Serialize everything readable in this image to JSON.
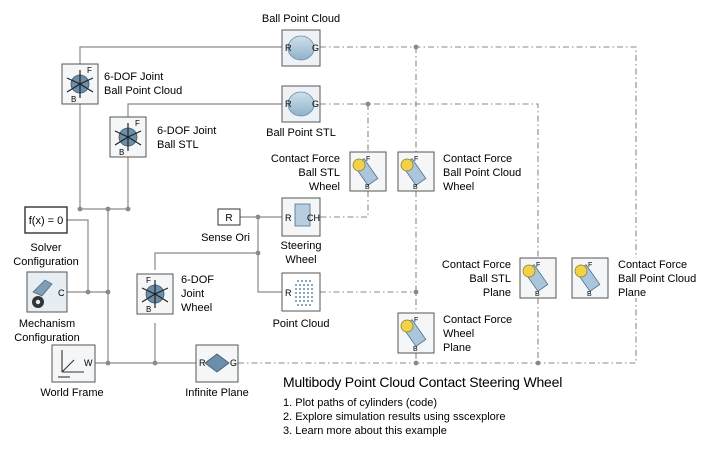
{
  "blocks": {
    "ball_point_cloud": {
      "label": "Ball Point Cloud",
      "port_in": "R",
      "port_out": "G"
    },
    "ball_point_stl": {
      "label": "Ball Point STL",
      "port_in": "R",
      "port_out": "G"
    },
    "joint_cloud": {
      "label_line1": "6-DOF Joint",
      "label_line2": "Ball Point Cloud",
      "port_b": "B",
      "port_f": "F"
    },
    "joint_stl": {
      "label_line1": "6-DOF Joint",
      "label_line2": "Ball STL",
      "port_b": "B",
      "port_f": "F"
    },
    "joint_wheel": {
      "label_line1": "6-DOF",
      "label_line2": "Joint",
      "label_line3": "Wheel",
      "port_b": "B",
      "port_f": "F"
    },
    "cf_ball_stl_wheel": {
      "line1": "Contact Force",
      "line2": "Ball STL",
      "line3": "Wheel",
      "port_f": "F",
      "port_b": "B"
    },
    "cf_ball_cloud_wheel": {
      "line1": "Contact Force",
      "line2": "Ball Point Cloud",
      "line3": "Wheel",
      "port_f": "F",
      "port_b": "B"
    },
    "cf_ball_stl_plane": {
      "line1": "Contact Force",
      "line2": "Ball STL",
      "line3": "Plane",
      "port_f": "F",
      "port_b": "B"
    },
    "cf_ball_cloud_plane": {
      "line1": "Contact Force",
      "line2": "Ball Point Cloud",
      "line3": "Plane",
      "port_f": "F",
      "port_b": "B"
    },
    "cf_wheel_plane": {
      "line1": "Contact Force",
      "line2": "Wheel",
      "line3": "Plane",
      "port_f": "F",
      "port_b": "B"
    },
    "solver": {
      "glyph": "f(x) = 0",
      "line1": "Solver",
      "line2": "Configuration"
    },
    "mechanism": {
      "line1": "Mechanism",
      "line2": "Configuration",
      "port": "C"
    },
    "world": {
      "label": "World Frame",
      "port": "W"
    },
    "sense_ori": {
      "label": "Sense Ori",
      "glyph": "R"
    },
    "steering_wheel": {
      "line1": "Steering",
      "line2": "Wheel",
      "port_r": "R",
      "port_ch": "CH"
    },
    "point_cloud": {
      "label": "Point Cloud",
      "port_r": "R"
    },
    "infinite_plane": {
      "label": "Infinite Plane",
      "port_in": "R",
      "port_out": "G"
    }
  },
  "title": "Multibody Point Cloud Contact Steering Wheel",
  "links": [
    "1. Plot paths of cylinders (code)",
    "2. Explore simulation results using sscexplore",
    "3. Learn more about this example"
  ],
  "colors": {
    "line": "#8a8a8a",
    "block_fill": "#dce9f6",
    "block_border": "#555555",
    "ball": "#a8c4d8",
    "contact": "#f2d24a"
  }
}
